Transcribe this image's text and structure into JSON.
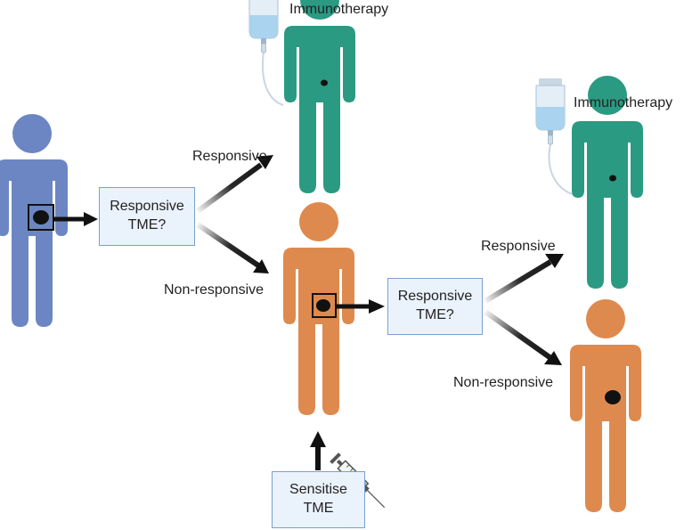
{
  "labels": {
    "immunotherapy_1": "Immunotherapy",
    "immunotherapy_2": "Immunotherapy",
    "responsive_1": "Responsive",
    "responsive_2": "Responsive",
    "non_responsive_1": "Non-responsive",
    "non_responsive_2": "Non-responsive"
  },
  "boxes": {
    "tme_check_1": "Responsive\nTME?",
    "tme_check_2": "Responsive\nTME?",
    "sensitise": "Sensitise\nTME"
  },
  "colors": {
    "patient_initial": "#6b86c2",
    "patient_responsive": "#2b9a82",
    "patient_non_responsive": "#de8a4e",
    "tumor": "#111111",
    "arrow": "#111111",
    "box_fill": "#eaf2fc",
    "box_border": "#7aa2cf"
  },
  "icons": [
    "iv-drip-bag-icon",
    "syringe-icon",
    "person-icon",
    "tumor-icon",
    "magnifier-square-icon"
  ]
}
